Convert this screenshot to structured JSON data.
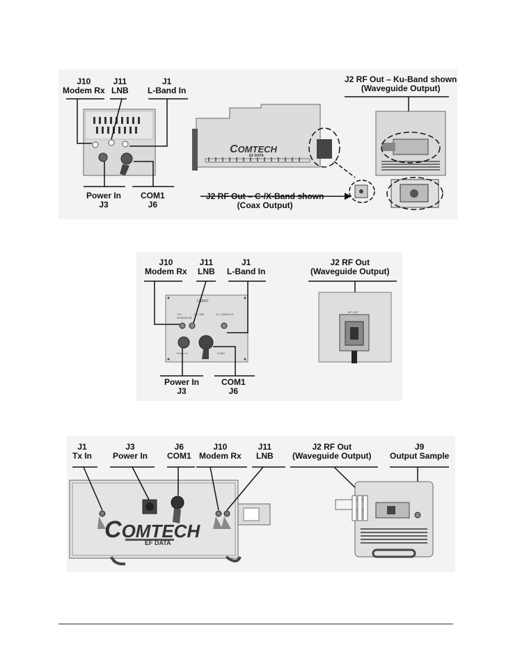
{
  "fig1": {
    "j10": {
      "line1": "J10",
      "line2": "Modem Rx"
    },
    "j11": {
      "line1": "J11",
      "line2": "LNB"
    },
    "j1": {
      "line1": "J1",
      "line2": "L-Band In"
    },
    "ku": {
      "line1": "J2 RF Out – Ku-Band shown",
      "line2": "(Waveguide Output)"
    },
    "power": {
      "line1": "Power In",
      "line2": "J3"
    },
    "com1": {
      "line1": "COM1",
      "line2": "J6"
    },
    "coax": {
      "line1": "J2 RF Out – C-/X-Band shown",
      "line2": "(Coax Output)"
    },
    "logo": {
      "brand": "OMTECH",
      "brand_initial": "C",
      "sub": "EF DATA"
    }
  },
  "fig2": {
    "j10": {
      "line1": "J10",
      "line2": "Modem Rx"
    },
    "j11": {
      "line1": "J11",
      "line2": "LNB"
    },
    "j1": {
      "line1": "J1",
      "line2": "L-Band In"
    },
    "rf": {
      "line1": "J2 RF Out",
      "line2": "(Waveguide Output)"
    },
    "power": {
      "line1": "Power In",
      "line2": "J3"
    },
    "com1": {
      "line1": "COM1",
      "line2": "J6"
    },
    "panel_texts": {
      "top": "LNB/IO",
      "j10": "J10 MODEM RX",
      "j11": "J11 LNB",
      "j1": "J1 L-BAND IN",
      "power": "Power In",
      "com1": "COM1",
      "rf": "RF OUT"
    }
  },
  "fig3": {
    "j1": {
      "line1": "J1",
      "line2": "Tx In"
    },
    "j3": {
      "line1": "J3",
      "line2": "Power In"
    },
    "j6": {
      "line1": "J6",
      "line2": "COM1"
    },
    "j10": {
      "line1": "J10",
      "line2": "Modem Rx"
    },
    "j11": {
      "line1": "J11",
      "line2": "LNB"
    },
    "rf": {
      "line1": "J2 RF Out",
      "line2": "(Waveguide Output)"
    },
    "j9": {
      "line1": "J9",
      "line2": "Output Sample"
    },
    "logo": {
      "brand": "OMTECH",
      "brand_initial": "C",
      "sub": "EF DATA"
    }
  },
  "colors": {
    "panel_bg": "#f3f3f3",
    "device": "#d9d9d9",
    "line": "#111111"
  }
}
